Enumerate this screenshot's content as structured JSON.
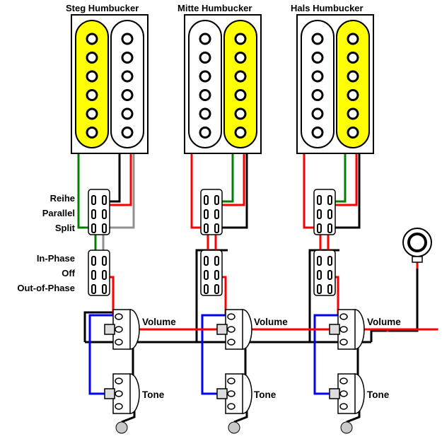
{
  "pickups": [
    {
      "title": "Steg Humbucker",
      "yellow_coil": "left"
    },
    {
      "title": "Mitte Humbucker",
      "yellow_coil": "right"
    },
    {
      "title": "Hals Humbucker",
      "yellow_coil": "right"
    }
  ],
  "switch_labels": {
    "series": "Reihe",
    "parallel": "Parallel",
    "split": "Split",
    "in_phase": "In-Phase",
    "off": "Off",
    "out_of_phase": "Out-of-Phase"
  },
  "pot_labels": {
    "volume": "Volume",
    "tone": "Tone"
  },
  "colors": {
    "coil_yellow": "#ffff00",
    "coil_white": "#ffffff",
    "wire_red": "#ff0000",
    "wire_green": "#008000",
    "wire_black": "#000000",
    "wire_gray": "#909090",
    "wire_blue": "#0000ff",
    "capacitor": "#c8c8c8"
  }
}
